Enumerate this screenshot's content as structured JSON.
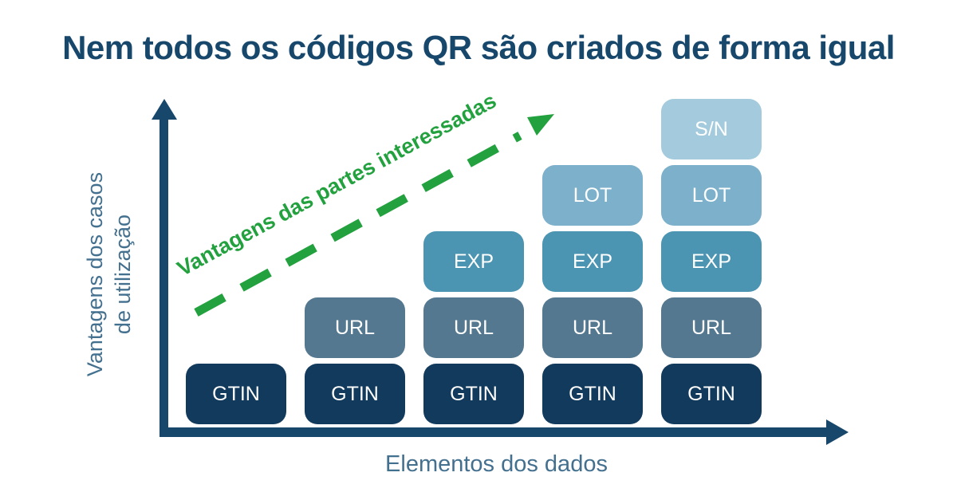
{
  "title": "Nem todos os códigos QR são criados de forma igual",
  "chart_data": {
    "type": "bar",
    "title": "Nem todos os códigos QR são criados de forma igual",
    "xlabel": "Elementos dos dados",
    "ylabel": "Vantagens dos casos\nde utilização",
    "annotation": "Vantagens das partes interessadas",
    "description": "Five stacked columns showing increasing numbers of data elements in QR codes, bottom to top per column",
    "categories": [
      "column-1",
      "column-2",
      "column-3",
      "column-4",
      "column-5"
    ],
    "columns": [
      [
        "GTIN"
      ],
      [
        "GTIN",
        "URL"
      ],
      [
        "GTIN",
        "URL",
        "EXP"
      ],
      [
        "GTIN",
        "URL",
        "EXP",
        "LOT"
      ],
      [
        "GTIN",
        "URL",
        "EXP",
        "LOT",
        "S/N"
      ]
    ],
    "colors": {
      "GTIN": "#123a5c",
      "URL": "#54788f",
      "EXP": "#4b94b2",
      "LOT": "#7cb0cb",
      "S/N": "#a4cbdd",
      "axis": "#17476b",
      "axis_label": "#44708f",
      "annotation_green": "#23a13f"
    }
  }
}
